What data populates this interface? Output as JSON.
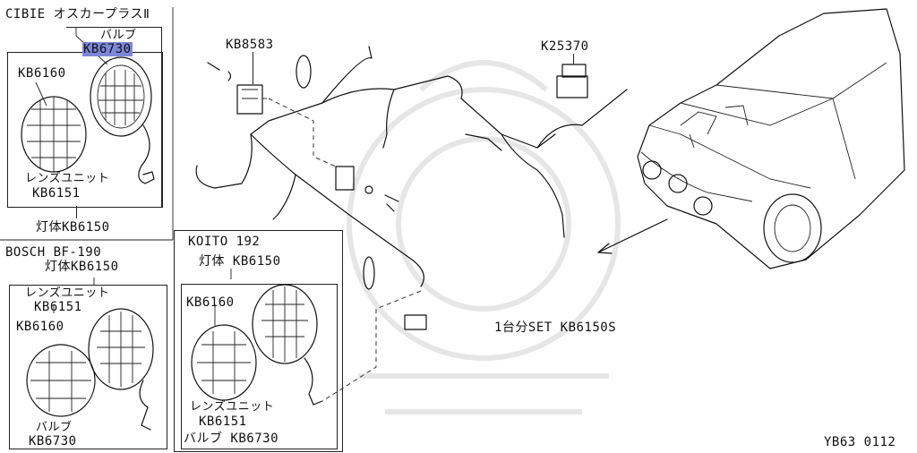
{
  "cibie": {
    "title": "CIBIE オスカープラスⅡ",
    "bulb_label": "バルブ",
    "bulb_part": "KB6730",
    "lens_part": "KB6160",
    "lens_unit_label": "レンズユニット",
    "lens_unit_part": "KB6151",
    "body_label": "灯体KB6150"
  },
  "bosch": {
    "title": "BOSCH BF-190",
    "body_label": "灯体KB6150",
    "lens_unit_label": "レンズユニット",
    "lens_unit_part": "KB6151",
    "lens_part": "KB6160",
    "bulb_label": "バルブ",
    "bulb_part": "KB6730"
  },
  "koito": {
    "title": "KOITO 192",
    "body_label": "灯体 KB6150",
    "lens_part": "KB6160",
    "lens_unit_label": "レンズユニット",
    "lens_unit_part": "KB6151",
    "bulb_label": "バルブ KB6730"
  },
  "harness": {
    "relay_part": "KB8583",
    "switch_part": "K25370",
    "set_label": "1台分SET KB6150S"
  },
  "footer": {
    "code": "YB63 0112"
  }
}
